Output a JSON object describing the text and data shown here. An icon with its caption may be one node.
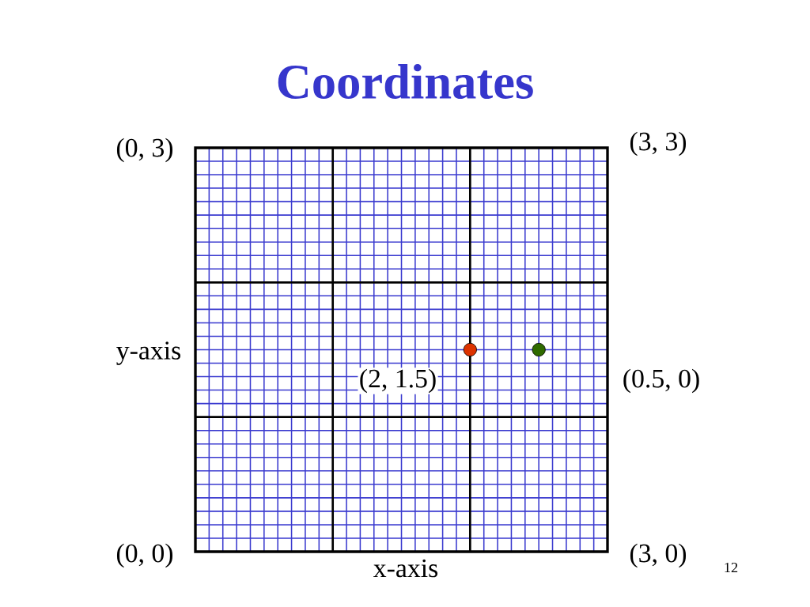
{
  "diagram": {
    "title": "Coordinates",
    "labels": [
      "(0, 3)",
      "(3, 3)",
      "y-axis",
      "(2, 1.5)",
      "(0.5, 0)",
      "(0, 0)",
      "x-axis",
      "(3, 0)",
      "12"
    ]
  }
}
